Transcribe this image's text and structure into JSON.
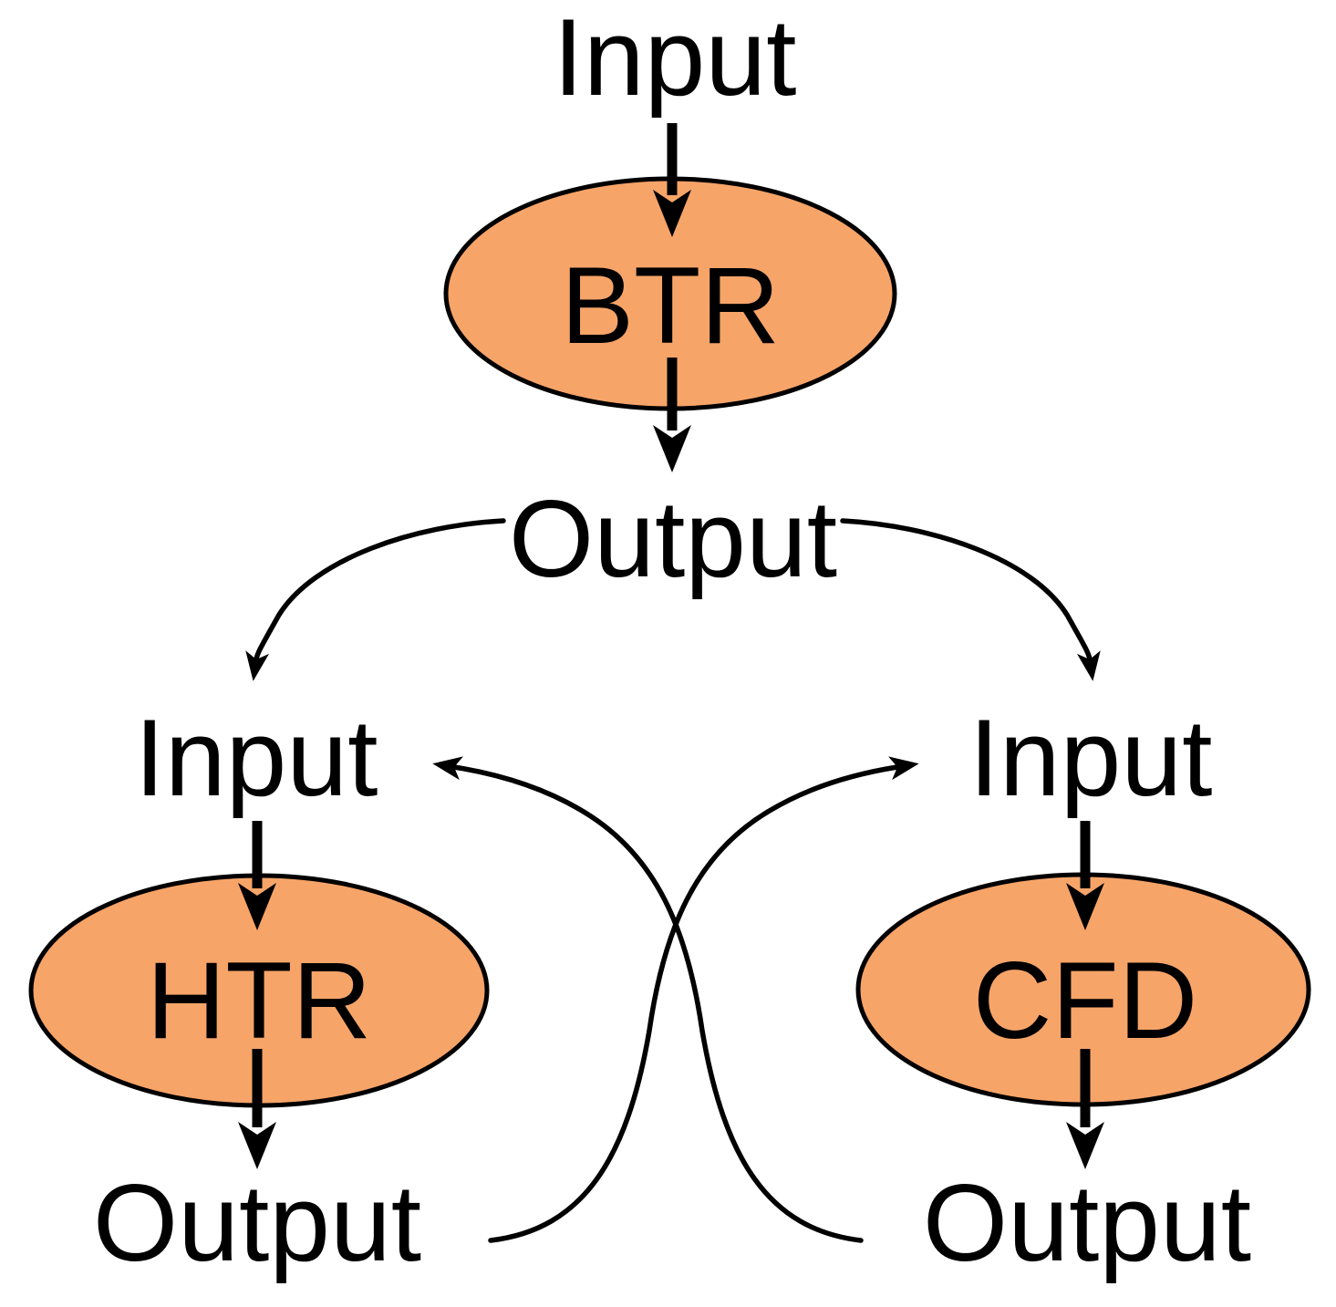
{
  "diagram": {
    "background_color": "#ffffff",
    "node_fill_color": "#F7A469",
    "node_border_color": "#000000",
    "line_color": "#000000",
    "text_color": "#000000",
    "nodes": {
      "btr": "BTR",
      "htr": "HTR",
      "cfd": "CFD"
    },
    "labels": {
      "top_input": "Input",
      "mid_output": "Output",
      "left_input": "Input",
      "right_input": "Input",
      "left_output": "Output",
      "right_output": "Output"
    },
    "edges": [
      {
        "from": "top_input",
        "to": "btr"
      },
      {
        "from": "btr",
        "to": "mid_output"
      },
      {
        "from": "mid_output",
        "to": "left_input"
      },
      {
        "from": "mid_output",
        "to": "right_input"
      },
      {
        "from": "left_input",
        "to": "htr"
      },
      {
        "from": "htr",
        "to": "left_output"
      },
      {
        "from": "right_input",
        "to": "cfd"
      },
      {
        "from": "cfd",
        "to": "right_output"
      },
      {
        "from": "left_output",
        "to": "right_input"
      },
      {
        "from": "right_output",
        "to": "left_input"
      }
    ]
  }
}
